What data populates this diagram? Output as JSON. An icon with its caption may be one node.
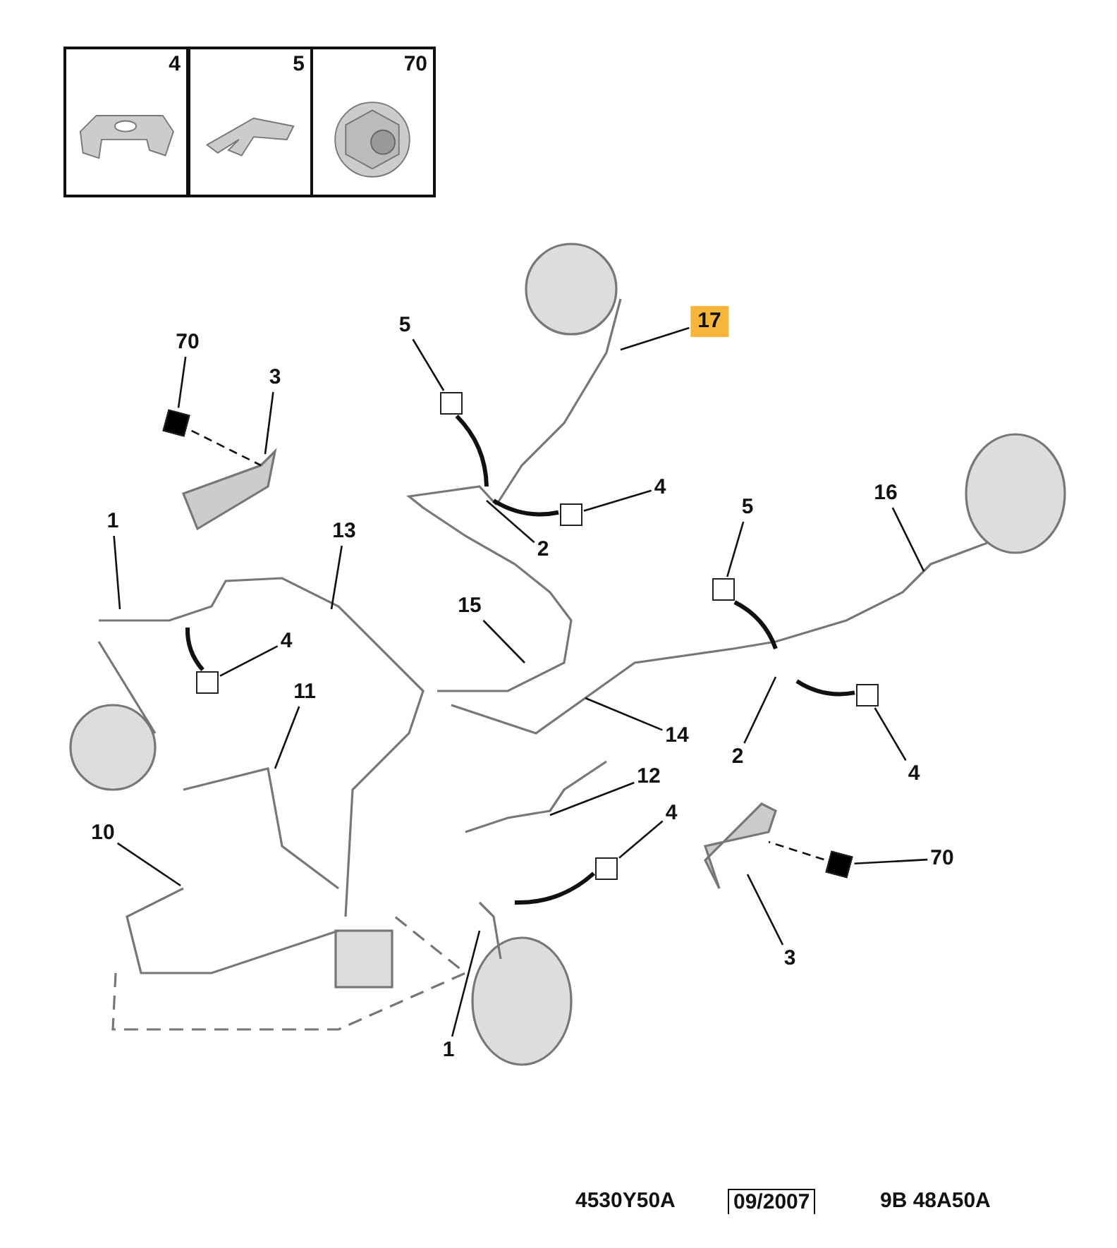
{
  "diagram": {
    "nodes": [
      {
        "text": [
          "4"
        ]
      },
      {
        "text": [
          "5"
        ]
      },
      {
        "text": [
          "70"
        ]
      },
      {
        "text": [
          "17"
        ]
      },
      {
        "text": [
          "70"
        ]
      },
      {
        "text": [],
        "shape": "box"
      },
      {
        "text": [
          "3"
        ]
      },
      {
        "text": [
          "5"
        ]
      },
      {
        "text": [],
        "shape": "box"
      },
      {
        "text": [
          "4"
        ]
      },
      {
        "text": [],
        "shape": "box"
      },
      {
        "text": [
          "2"
        ]
      },
      {
        "text": [
          "16"
        ]
      },
      {
        "text": [
          "5"
        ]
      },
      {
        "text": [],
        "shape": "box"
      },
      {
        "text": [
          "1"
        ]
      },
      {
        "text": [
          "13"
        ]
      },
      {
        "text": [
          "15"
        ]
      },
      {
        "text": [
          "4"
        ]
      },
      {
        "text": [],
        "shape": "box"
      },
      {
        "text": [
          "11"
        ]
      },
      {
        "text": [
          "14"
        ]
      },
      {
        "text": [
          "2"
        ]
      },
      {
        "text": [
          "4"
        ]
      },
      {
        "text": [],
        "shape": "box"
      },
      {
        "text": [
          "12"
        ]
      },
      {
        "text": [
          "4"
        ]
      },
      {
        "text": [],
        "shape": "box"
      },
      {
        "text": [
          "70"
        ]
      },
      {
        "text": [],
        "shape": "box"
      },
      {
        "text": [
          "10"
        ]
      },
      {
        "text": [
          "3"
        ]
      },
      {
        "text": [
          "1"
        ]
      }
    ],
    "edges": [
      {
        "from": 3,
        "to": null,
        "arrow": "none"
      },
      {
        "from": 4,
        "to": 5,
        "arrow": "none"
      },
      {
        "from": 5,
        "to": null,
        "arrow": "none",
        "style": "dashed"
      },
      {
        "from": 6,
        "to": null,
        "arrow": "none"
      },
      {
        "from": 7,
        "to": 8,
        "arrow": "none"
      },
      {
        "from": 8,
        "to": null,
        "arrow": "none",
        "style": "thick"
      },
      {
        "from": 9,
        "to": 10,
        "arrow": "none"
      },
      {
        "from": 10,
        "to": null,
        "arrow": "none",
        "style": "thick"
      },
      {
        "from": 11,
        "to": null,
        "arrow": "none"
      },
      {
        "from": 12,
        "to": null,
        "arrow": "none"
      },
      {
        "from": 13,
        "to": 14,
        "arrow": "none"
      },
      {
        "from": 14,
        "to": null,
        "arrow": "none",
        "style": "thick"
      },
      {
        "from": 15,
        "to": null,
        "arrow": "none"
      },
      {
        "from": 16,
        "to": null,
        "arrow": "none"
      },
      {
        "from": 17,
        "to": null,
        "arrow": "none"
      },
      {
        "from": 18,
        "to": 19,
        "arrow": "none"
      },
      {
        "from": 19,
        "to": null,
        "arrow": "none",
        "style": "thick"
      },
      {
        "from": 20,
        "to": null,
        "arrow": "none"
      },
      {
        "from": 21,
        "to": null,
        "arrow": "none"
      },
      {
        "from": 22,
        "to": null,
        "arrow": "none"
      },
      {
        "from": 23,
        "to": 24,
        "arrow": "none"
      },
      {
        "from": 24,
        "to": null,
        "arrow": "none",
        "style": "thick"
      },
      {
        "from": 25,
        "to": null,
        "arrow": "none"
      },
      {
        "from": 26,
        "to": 27,
        "arrow": "none"
      },
      {
        "from": 27,
        "to": null,
        "arrow": "none",
        "style": "thick"
      },
      {
        "from": 28,
        "to": 29,
        "arrow": "none"
      },
      {
        "from": 29,
        "to": null,
        "arrow": "none",
        "style": "dashed"
      },
      {
        "from": 30,
        "to": null,
        "arrow": "none"
      },
      {
        "from": 31,
        "to": null,
        "arrow": "none"
      },
      {
        "from": 32,
        "to": null,
        "arrow": "none"
      }
    ],
    "labels": [
      "4530Y50A",
      "09/2007",
      "9B 48A50A"
    ]
  }
}
